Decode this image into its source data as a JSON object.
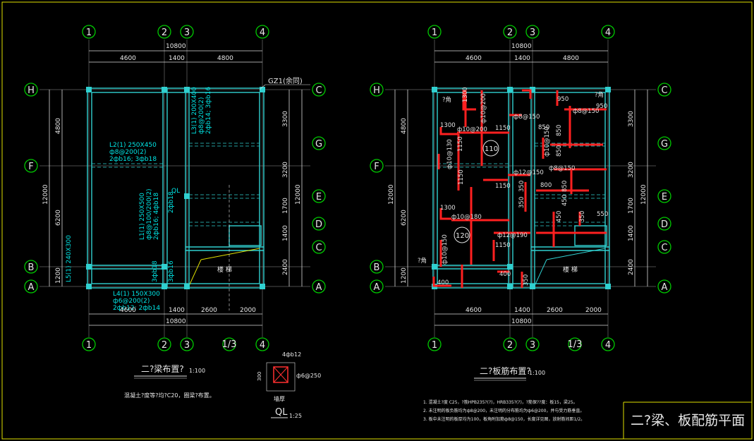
{
  "drawing": {
    "sheet_title": "二?梁、板配筋平面",
    "left_plan": {
      "title": "二?梁布置?",
      "scale": "1:100",
      "note": "混凝土?度等?均?C20，圈梁?布置。"
    },
    "right_plan": {
      "title": "二?板筋布置?",
      "scale": "1:100"
    },
    "section": {
      "title": "QL",
      "scale": "1:25",
      "top_bar": "4фb12",
      "stirrup": "ф6@250",
      "height": "300",
      "wall_label": "墙厚"
    },
    "notes": [
      "1. 混凝土?度 C25，?筋HPB235?(?)，HRB335?(?)，?筋保??度：板15，梁25。",
      "2. 未注明的板负筋均为ф8@200，未注明的分布筋均为ф6@200，并与受力筋垂直。",
      "3. 板中未注明的板厚均为100，板角附加筋ф8@150，长度详见图，放射筋间距1/2。"
    ],
    "axes": {
      "columns": [
        "1",
        "2",
        "3",
        "4"
      ],
      "secondary_column": "1/3",
      "rows": [
        "H",
        "G",
        "F",
        "E",
        "D",
        "C",
        "B",
        "A"
      ],
      "right_rows": [
        "C",
        "G",
        "E",
        "D",
        "C",
        "A"
      ],
      "left_rows": [
        "H",
        "F",
        "B",
        "A"
      ]
    },
    "dimensions": {
      "top_total": "10800",
      "top_segments": [
        "4600",
        "1400",
        "4800"
      ],
      "bottom_segments": [
        "4600",
        "1400",
        "2600",
        "2000"
      ],
      "bottom_total": "10800",
      "left_total": "12000",
      "left_outer": [
        "4800",
        "6200",
        "1200"
      ],
      "right_total": "12000",
      "right_segments": [
        "3300",
        "3200",
        "1700",
        "1400",
        "2400"
      ]
    },
    "labels": {
      "gz1": "GZ1(余同)",
      "ql": "QL",
      "stair": "楼 梯",
      "corner": "?角"
    },
    "beams": [
      "L2(1) 250X450",
      "ф8@200(2)",
      "2фb16; 3фb18",
      "L3(1) 200X400",
      "ф8@200(2)",
      "2фb14; 3фb16",
      "L1(1) 250X500",
      "ф8@100/200(2)",
      "2фb16; 4фb18",
      "L4(1) 150X300",
      "ф6@200(2)",
      "2фb12; 2фb14",
      "L5(1) 240X300",
      "3фb18",
      "3фb16",
      "2фb18"
    ],
    "slabs": {
      "s1": "110",
      "s2": "120"
    },
    "rebar_labels": [
      "1300",
      "ф10@200",
      "1150",
      "ф8@150",
      "950",
      "ф8@150",
      "950",
      "1300",
      "ф10@200",
      "1150",
      "850",
      "850",
      "ф10@150",
      "1150",
      "850",
      "ф10@130",
      "ф12@150",
      "ф8@150",
      "1150",
      "800",
      "850",
      "350",
      "350",
      "450",
      "1300",
      "ф10@180",
      "550",
      "350",
      "450",
      "ф12@190",
      "1150",
      "ф10@150",
      "400",
      "350",
      "400"
    ]
  }
}
